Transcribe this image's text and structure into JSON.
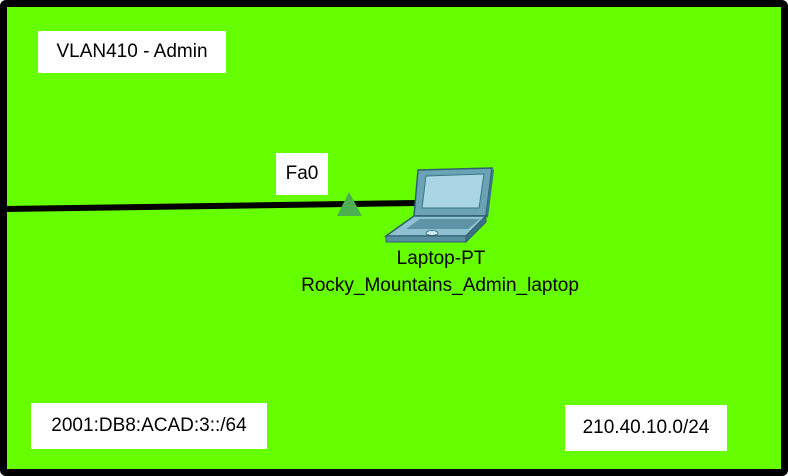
{
  "zone": {
    "fill_color": "#66ff00",
    "border_color": "#000000"
  },
  "labels": {
    "vlan": "VLAN410 - Admin",
    "port": "Fa0",
    "ipv6_network": "2001:DB8:ACAD:3::/64",
    "ipv4_network": "210.40.10.0/24"
  },
  "device": {
    "type": "Laptop-PT",
    "hostname": "Rocky_Mountains_Admin_laptop",
    "icon": "laptop-icon"
  },
  "link": {
    "color": "#000000",
    "status_color": "#4caf50",
    "status": "link-indicator-triangle"
  }
}
